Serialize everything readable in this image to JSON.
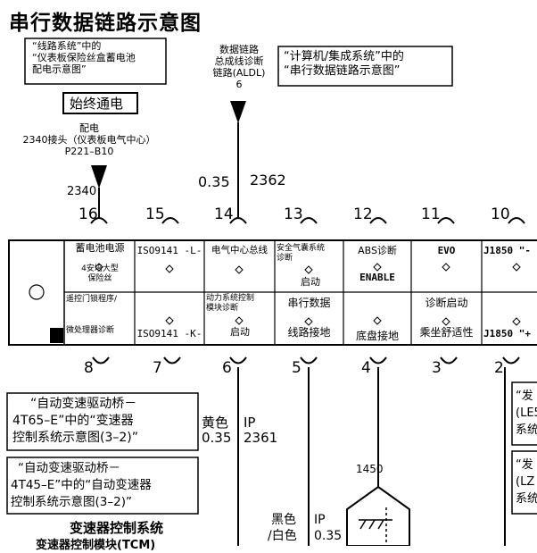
{
  "title": "串行数据链路示意图",
  "ref_boxes": {
    "fuse_block": [
      "“线路系统”中的",
      "“仪表板保险丝盒蓄电池",
      "配电示意图”"
    ],
    "computer": [
      "“计算机/集成系统”中的",
      "“串行数据链路示意图”"
    ],
    "trans_4t65": [
      "“自动变速驱动桥－",
      "4T65–E”中的“变速器",
      "控制系统示意图(3–2)”"
    ],
    "trans_4t45": [
      "“自动变速驱动桥－",
      "4T45–E”中的“自动变速器",
      "控制系统示意图(3–2)”"
    ],
    "right_top": [
      "“发",
      "(LE5",
      "系统"
    ],
    "right_bottom": [
      "“发",
      "(LZ",
      "系统"
    ]
  },
  "hot_at_all_times": "始终通电",
  "power_source": {
    "line1": "配电",
    "line2": "2340接头（仪表板电气中心）",
    "line3": "P221–B10",
    "circuit": "2340"
  },
  "aldl": {
    "lines": [
      "数据链路",
      "总成线诊断",
      "链路(ALDL)"
    ],
    "pin": "6",
    "gauge": "0.35",
    "circuit": "2362"
  },
  "connector": {
    "top_pins": [
      "16",
      "15",
      "14",
      "13",
      "12",
      "11",
      "10"
    ],
    "bottom_pins": [
      "8",
      "7",
      "6",
      "5",
      "4",
      "3",
      "2"
    ],
    "top_cells": [
      {
        "main": "蓄电池电源",
        "sub1": "4安培大型",
        "sub2": "保险丝"
      },
      {
        "main": "ISO9141 -L-"
      },
      {
        "main": "电气中心总线"
      },
      {
        "main": "安全气囊系统",
        "sub1": "诊断",
        "sub2": "启动"
      },
      {
        "main": "ABS诊断",
        "sub2": "ENABLE"
      },
      {
        "main": "EVO"
      },
      {
        "main": "J1850 \"-"
      }
    ],
    "bottom_cells": [
      {
        "main": "遥控门锁程序/",
        "sub2": "微处理器诊断"
      },
      {
        "main": "ISO9141 -K-"
      },
      {
        "main": "动力系统控制",
        "sub1": "模块诊断",
        "sub2": "启动"
      },
      {
        "main": "串行数据",
        "sub2": "线路接地"
      },
      {
        "main": "底盘接地"
      },
      {
        "main": "诊断启动",
        "sub2": "乘坐舒适性"
      },
      {
        "main": "J1850 \"+"
      }
    ]
  },
  "wire_6": {
    "color": "黄色",
    "gauge": "0.35",
    "type": "IP",
    "circuit": "2361"
  },
  "wire_5": {
    "color": "黑色",
    "color2": "/白色",
    "type": "IP",
    "gauge": "0.35"
  },
  "ground": {
    "circuit": "1450"
  },
  "bottom_label": "变速器控制系统",
  "bottom_label2": "变速器控制模块(TCM)"
}
